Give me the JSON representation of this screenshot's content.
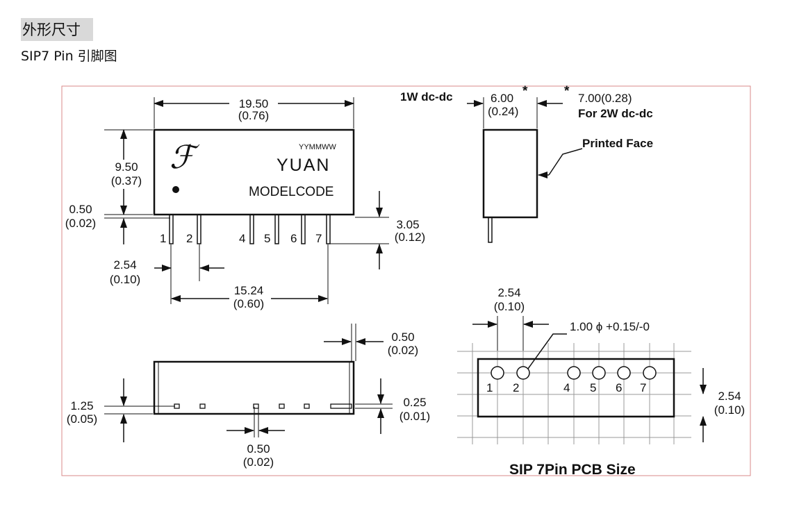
{
  "header": {
    "title": "外形尺寸",
    "subtitle": "SIP7 Pin 引脚图"
  },
  "front_view": {
    "logo_glyph": "ℱ",
    "date_code": "YYMMWW",
    "brand": "YUAN",
    "model_code": "MODELCODE",
    "pin_labels": [
      "1",
      "2",
      "4",
      "5",
      "6",
      "7"
    ],
    "dim_width": "19.50",
    "dim_width_in": "(0.76)",
    "dim_height": "9.50",
    "dim_height_in": "(0.37)",
    "dim_standoff": "0.50",
    "dim_standoff_in": "(0.02)",
    "dim_pin_length": "3.05",
    "dim_pin_length_in": "(0.12)",
    "dim_pitch": "2.54",
    "dim_pitch_in": "(0.10)",
    "dim_span": "15.24",
    "dim_span_in": "(0.60)"
  },
  "side_view": {
    "label_1w": "1W dc-dc",
    "dim_1w": "6.00",
    "dim_1w_in": "(0.24)",
    "star": "*",
    "dim_2w": "7.00(0.28)",
    "label_2w": "For 2W dc-dc",
    "printed_face": "Printed Face"
  },
  "bottom_view": {
    "dim_pin_width": "0.50",
    "dim_pin_width_in": "(0.02)",
    "dim_pin_thick": "0.25",
    "dim_pin_thick_in": "(0.01)",
    "dim_offset": "1.25",
    "dim_offset_in": "(0.05)",
    "dim_pin_w2": "0.50",
    "dim_pin_w2_in": "(0.02)"
  },
  "pcb_view": {
    "dim_pitch": "2.54",
    "dim_pitch_in": "(0.10)",
    "hole_spec": "1.00 ϕ +0.15/-0",
    "pin_labels": [
      "1",
      "2",
      "4",
      "5",
      "6",
      "7"
    ],
    "dim_row": "2.54",
    "dim_row_in": "(0.10)",
    "caption": "SIP 7Pin  PCB Size"
  },
  "colors": {
    "frame": "#d98a8a",
    "header_bg": "#d9d9d9",
    "ink": "#111111"
  }
}
